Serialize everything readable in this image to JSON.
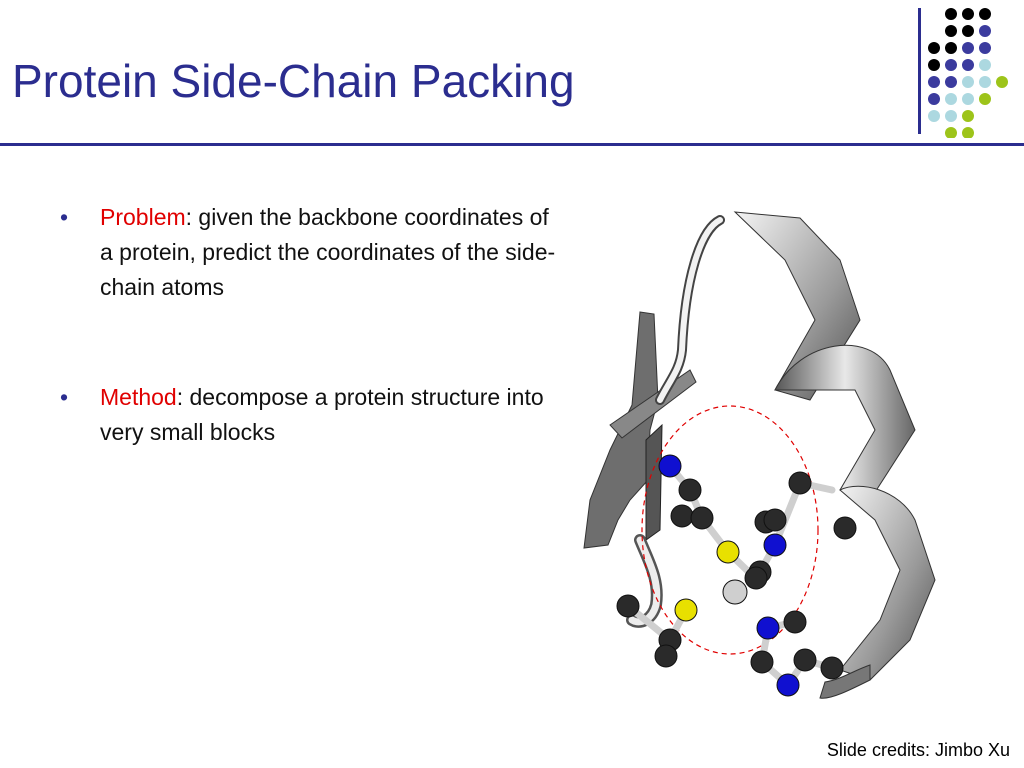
{
  "slide": {
    "title": "Protein Side-Chain Packing",
    "bullets": [
      {
        "term": "Problem",
        "text": ": given the backbone coordinates of a protein, predict the coordinates of the side-chain atoms"
      },
      {
        "term": "Method",
        "text": ": decompose a protein structure into very small blocks"
      }
    ],
    "bullet_symbol": "•",
    "credits": "Slide credits: Jimbo Xu"
  },
  "colors": {
    "title": "#2b2d8f",
    "term": "#e00000",
    "dot_black": "#000000",
    "dot_indigo": "#3b3b9e",
    "dot_lightblue": "#acd8e0",
    "dot_lime": "#9dc41a",
    "nitrogen": "#1010d0",
    "sulfur": "#e8e000",
    "carbon": "#2a2a2a"
  },
  "figure": {
    "description_icon": "protein-ribbon-icon"
  }
}
